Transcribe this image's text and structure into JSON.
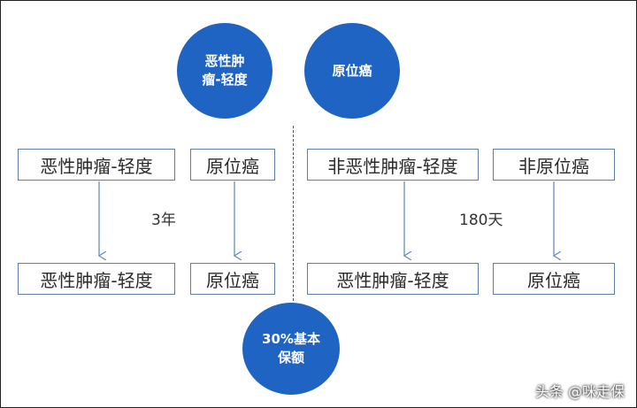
{
  "circles": {
    "left": "恶性肿\n瘤-轻度",
    "right": "原位癌",
    "bottom": "30%基本\n保额"
  },
  "left": {
    "top_boxes": [
      "恶性肿瘤-轻度",
      "原位癌"
    ],
    "bottom_boxes": [
      "恶性肿瘤-轻度",
      "原位癌"
    ],
    "period": "3年"
  },
  "right": {
    "top_boxes": [
      "非恶性肿瘤-轻度",
      "非原位癌"
    ],
    "bottom_boxes": [
      "恶性肿瘤-轻度",
      "原位癌"
    ],
    "period": "180天"
  },
  "watermark": "头条 @咪走保",
  "colors": {
    "circle": "#1f63c3",
    "arrow": "#6a8fbf",
    "box_border": "#5a7ea8"
  }
}
